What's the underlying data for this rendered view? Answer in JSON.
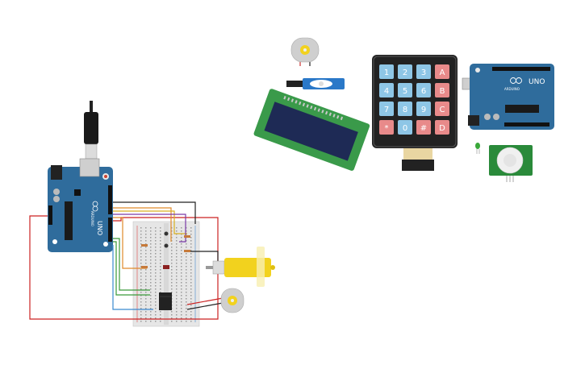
{
  "colors": {
    "background": "#ffffff",
    "arduino_board": "#2f6c9c",
    "breadboard": "#e6e6e6",
    "wire_red": "#cc2222",
    "wire_black": "#222222",
    "wire_orange": "#e08a2a",
    "wire_yellow": "#d9b020",
    "wire_green": "#3a9a3a",
    "wire_blue": "#3a8ad0",
    "wire_purple": "#7a3aa8",
    "motor_yellow": "#f2d21e",
    "lcd_screen": "#1e2a55",
    "lcd_pcb": "#3a9a4a",
    "key_blue": "#8ec6e6",
    "key_red": "#e88a8a",
    "pir_pcb": "#2a8a3a"
  },
  "components": {
    "arduino_left": {
      "logo": "UNO",
      "brand": "ARDUINO"
    },
    "arduino_right": {
      "logo": "UNO",
      "brand": "ARDUINO"
    },
    "keypad": {
      "keys": [
        [
          "1",
          "2",
          "3",
          "A"
        ],
        [
          "4",
          "5",
          "6",
          "B"
        ],
        [
          "7",
          "8",
          "9",
          "C"
        ],
        [
          "*",
          "0",
          "#",
          "D"
        ]
      ],
      "letter_column_color": "red",
      "symbol_row_special": [
        "*",
        "#"
      ]
    },
    "icons": [
      "arduino-uno-icon",
      "breadboard-icon",
      "dc-gear-motor-icon",
      "dc-motor-icon",
      "servo-icon",
      "lcd-16x2-icon",
      "keypad-4x4-icon",
      "pir-sensor-icon",
      "led-icon",
      "usb-cable-icon",
      "motor-driver-chip-icon"
    ]
  }
}
